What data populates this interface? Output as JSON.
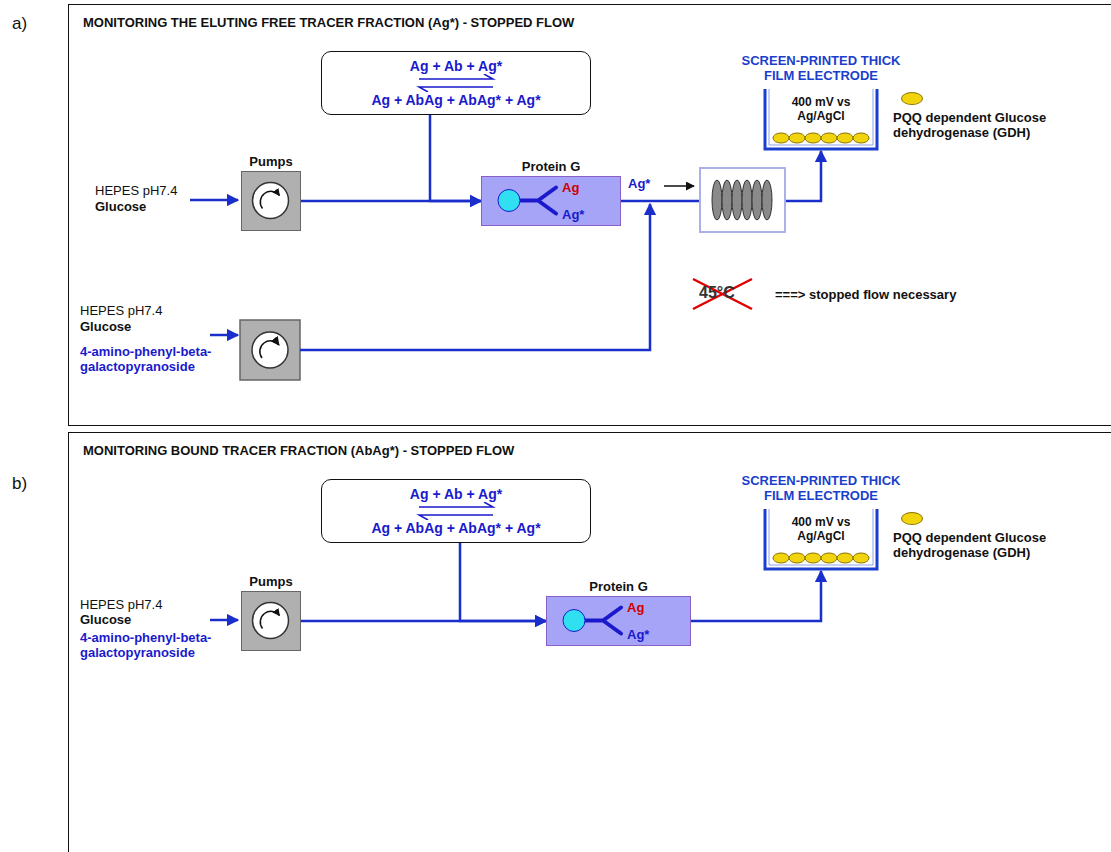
{
  "diagram": {
    "nodes": [
      {
        "text": [
          "MONITORING THE ELUTING FREE TRACER FRACTION (Ag*) - STOPPED FLOW"
        ]
      },
      {
        "text": [
          "Ag + Ab + Ag*",
          "Ag + AbAg + AbAg* + Ag*"
        ],
        "in": 0
      },
      {
        "text": [
          "Pumps"
        ],
        "in": 0
      },
      {
        "text": [
          "Protein G",
          "Ag",
          "Ag*"
        ],
        "in": 0
      },
      {
        "text": [
          "SCREEN-PRINTED THICK FILM ELECTRODE",
          "400 mV vs Ag/AgCl"
        ],
        "in": 0
      },
      {
        "text": [
          "MONITORING BOUND TRACER FRACTION (AbAg*) - STOPPED FLOW"
        ]
      },
      {
        "text": [
          "Ag + Ab + Ag*",
          "Ag + AbAg + AbAg* + Ag*"
        ],
        "in": 5
      },
      {
        "text": [
          "Pumps"
        ],
        "in": 5
      },
      {
        "text": [
          "Protein G",
          "Ag",
          "Ag*"
        ],
        "in": 5
      },
      {
        "text": [
          "SCREEN-PRINTED THICK FILM ELECTRODE",
          "400 mV vs Ag/AgCl"
        ],
        "in": 5
      }
    ],
    "edges": [
      {
        "from": 2,
        "to": 3,
        "arrow": "to"
      },
      {
        "from": 1,
        "to": 3,
        "arrow": "to"
      },
      {
        "from": 3,
        "to": 4,
        "arrow": "to"
      },
      {
        "from": 7,
        "to": 8,
        "arrow": "to"
      },
      {
        "from": 6,
        "to": 8,
        "arrow": "to"
      },
      {
        "from": 8,
        "to": 9,
        "arrow": "to"
      }
    ],
    "labels": [
      "a)",
      "HEPES pH7.4",
      "Glucose",
      "Ag*",
      "45°C",
      "===> stopped flow necessary",
      "HEPES pH7.4",
      "Glucose",
      "4-amino-phenyl-beta-galactopyranoside",
      "b)",
      "HEPES pH7.4",
      "Glucose",
      "4-amino-phenyl-beta-galactopyranoside"
    ],
    "legend": [
      {
        "text": "PQQ dependent Glucose dehydrogenase (GDH)",
        "color": "#f2d40c"
      },
      {
        "text": "PQQ dependent Glucose dehydrogenase (GDH)",
        "color": "#f2d40c"
      }
    ]
  }
}
